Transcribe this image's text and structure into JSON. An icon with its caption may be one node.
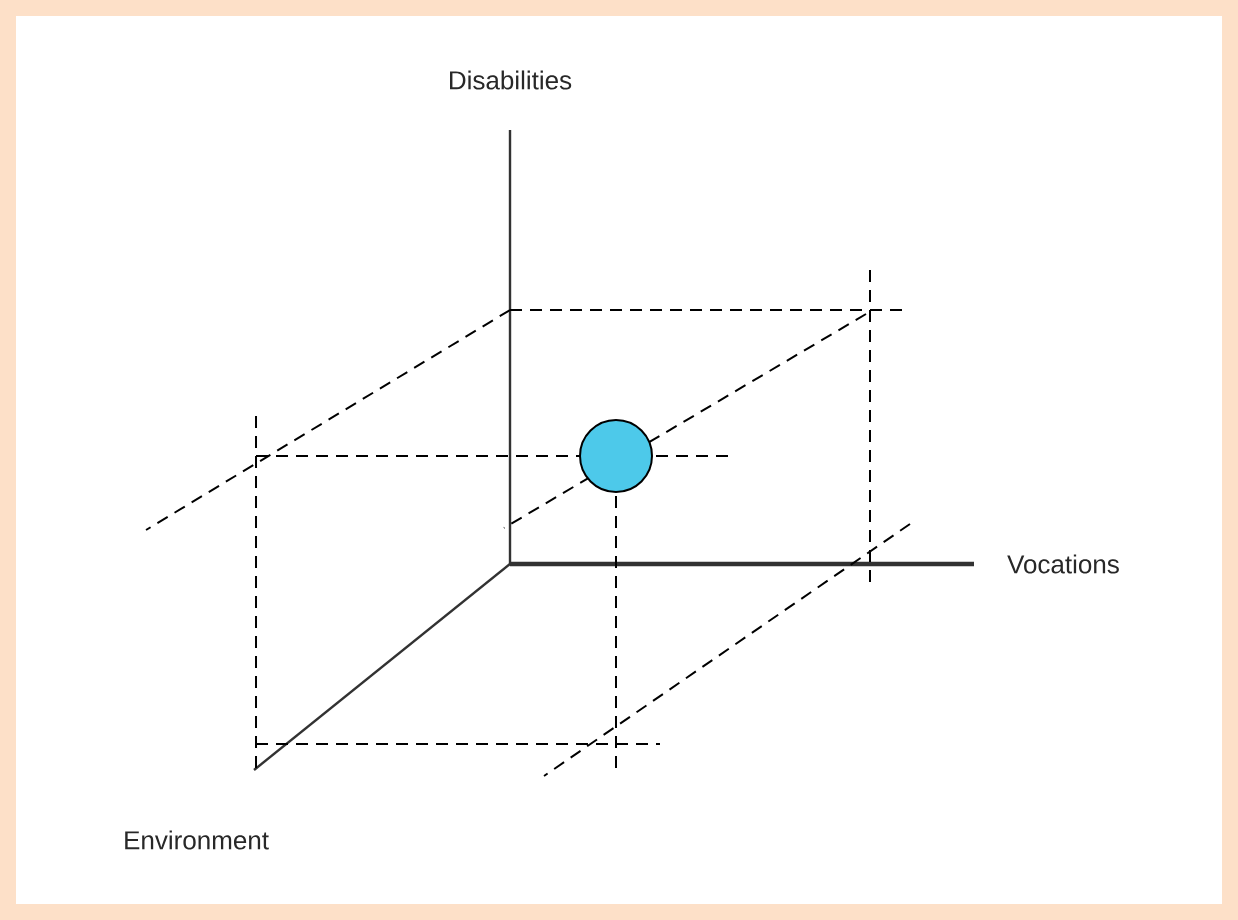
{
  "diagram": {
    "nodes": [
      {
        "text": [],
        "shape": "circle"
      }
    ],
    "labels": [
      "Disabilities",
      "Vocations",
      "Environment"
    ]
  }
}
